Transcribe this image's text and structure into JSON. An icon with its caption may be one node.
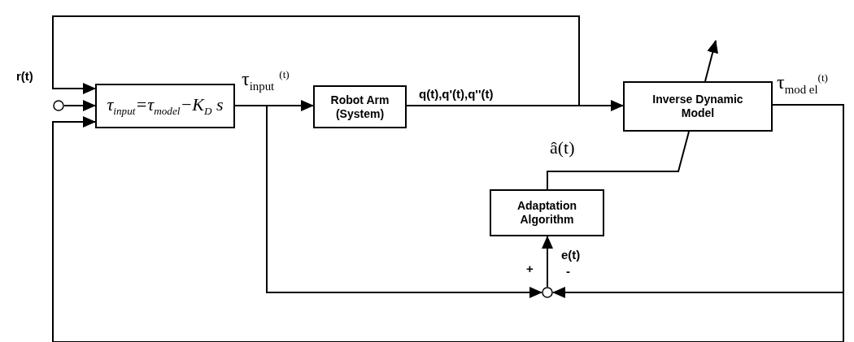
{
  "diagram": {
    "nodes": [
      {
        "text": [],
        "shape": "circle",
        "beside": [
          "r(t)"
        ]
      },
      {
        "text": [
          "τ$_{input}$=τ$_{model}$−K$_{D}$ s"
        ]
      },
      {
        "text": [
          "Robot Arm (System)"
        ]
      },
      {
        "text": [
          "Inverse Dynamic Model"
        ]
      },
      {
        "text": [
          "Adaptation Algorithm"
        ]
      },
      {
        "text": [],
        "shape": "circle"
      }
    ],
    "edges": [
      {
        "from": 0,
        "to": 1,
        "arrow": "to"
      },
      {
        "from": 1,
        "to": 2,
        "arrow": "to",
        "label": "τ$_{input}$ $^{(t)}$"
      },
      {
        "from": 2,
        "to": 3,
        "arrow": "to",
        "label": "q(t),q'(t),q''(t)"
      },
      {
        "from": 2,
        "to": 1,
        "arrow": "to"
      },
      {
        "from": 4,
        "to": 3,
        "arrow": "none",
        "label": "â(t)"
      },
      {
        "from": 3,
        "to": null,
        "arrow": "to"
      },
      {
        "from": 3,
        "to": 5,
        "arrow": "to",
        "label": "τ$_{mod el}$$^{(t)}$"
      },
      {
        "from": 3,
        "to": 1,
        "arrow": "to"
      },
      {
        "from": 1,
        "to": 5,
        "arrow": "to"
      },
      {
        "from": 5,
        "to": 4,
        "arrow": "to",
        "label": "e(t)"
      }
    ],
    "labels": [
      "+",
      "-"
    ]
  }
}
